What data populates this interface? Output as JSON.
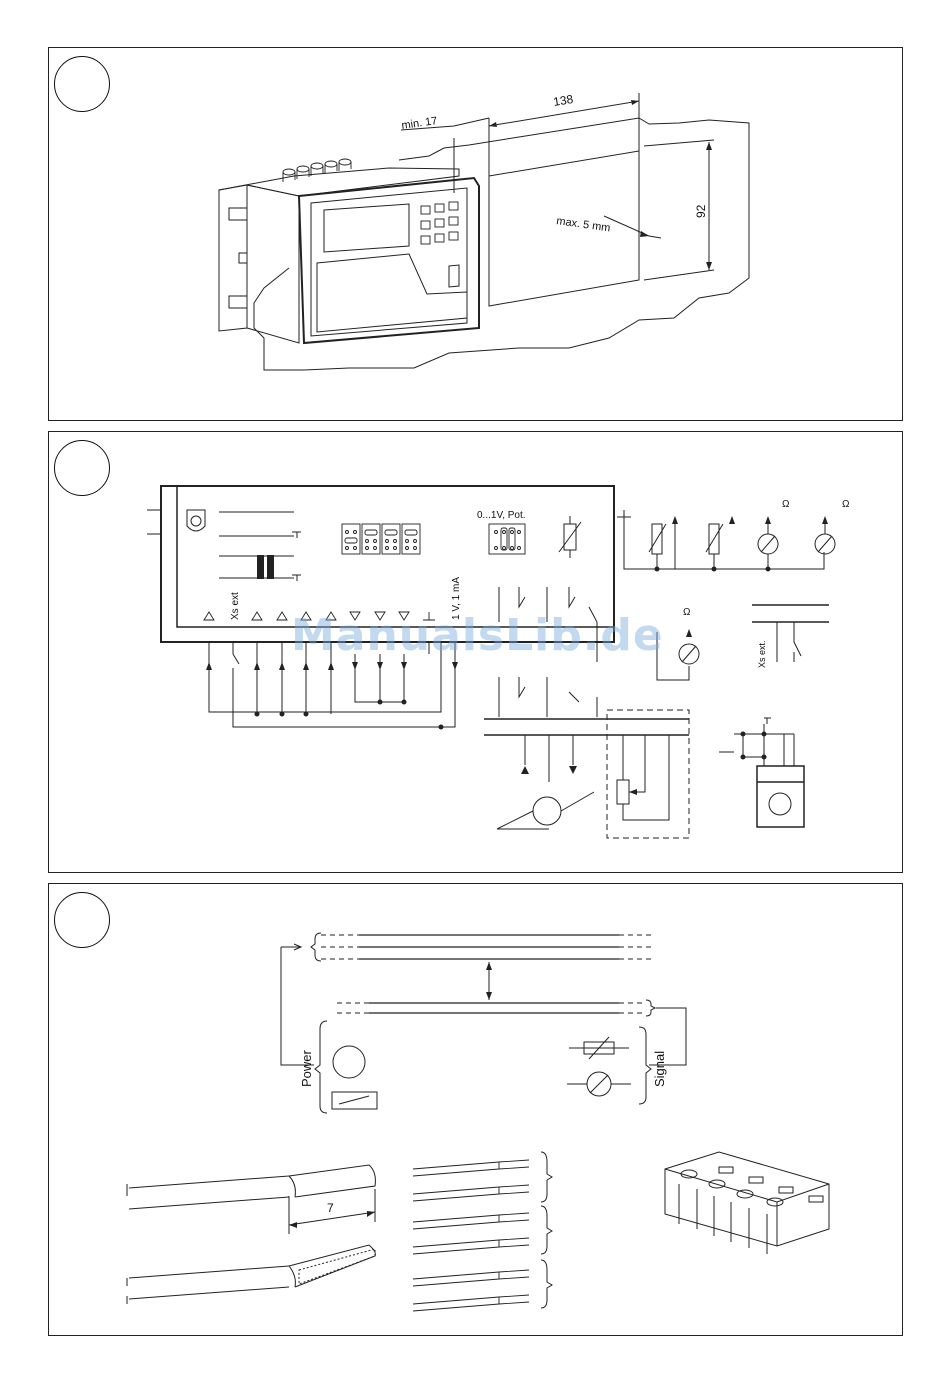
{
  "panel1": {
    "dim_min": "min. 17",
    "dim_width": "138",
    "dim_height": "92",
    "dim_max": "max. 5 mm"
  },
  "panel2": {
    "xs_ext_left": "Xs ext",
    "analog_label": "1 V, 1 mA",
    "jumper_label": "0...1V, Pot.",
    "omega_a": "Ω",
    "omega_b": "Ω",
    "omega_c": "Ω",
    "xs_ext_right": "Xs ext."
  },
  "panel3": {
    "power_label": "Power",
    "signal_label": "Signal",
    "strip_length": "7"
  },
  "watermark": "ManualsLib.de"
}
